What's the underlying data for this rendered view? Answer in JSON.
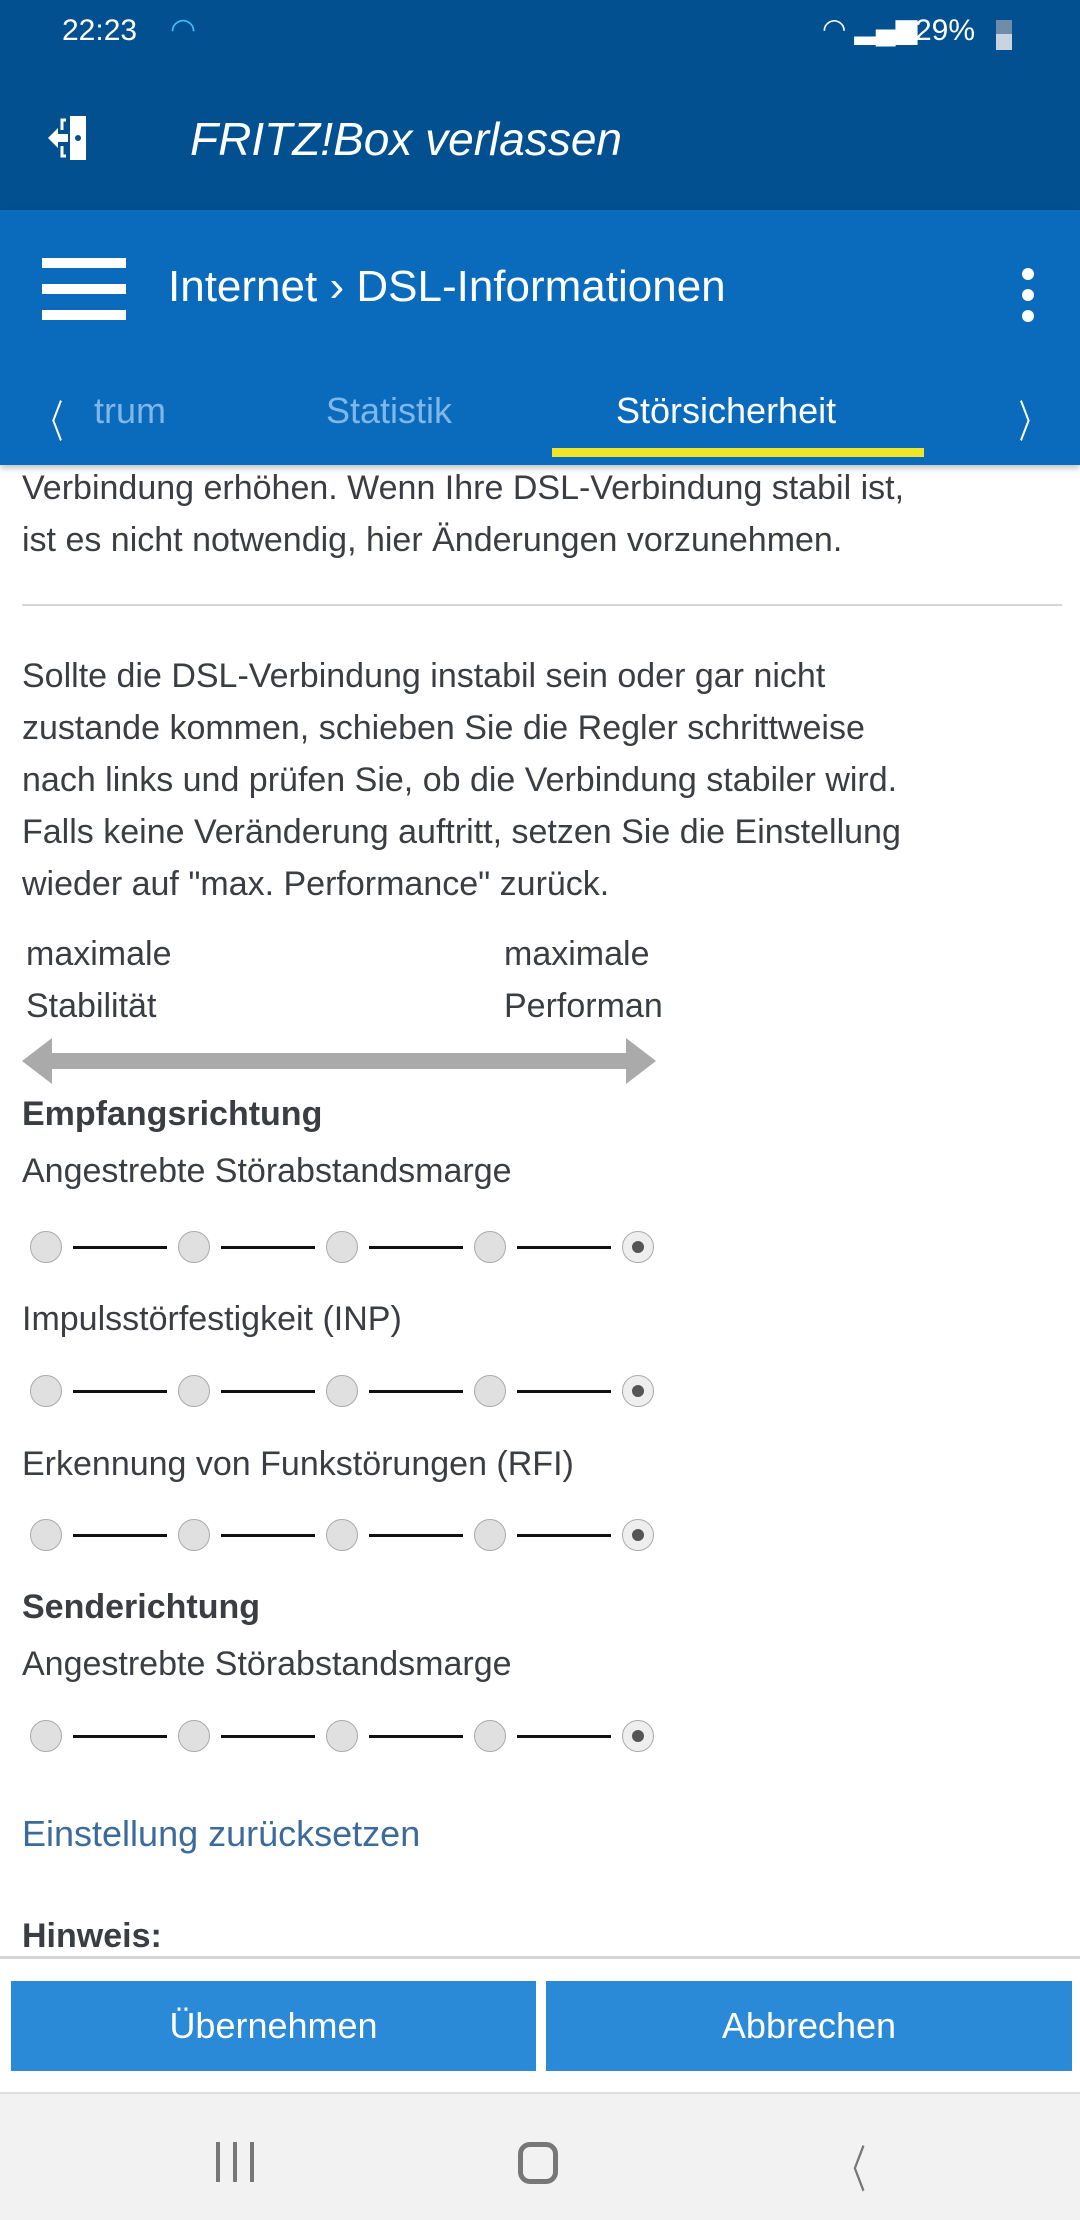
{
  "status_bar": {
    "time": "22:23",
    "battery": "29%"
  },
  "header": {
    "exit_label": "FRITZ!Box verlassen"
  },
  "appbar": {
    "breadcrumb_parent": "Internet",
    "breadcrumb_sep": "›",
    "breadcrumb_current": "DSL-Informationen"
  },
  "tabs": [
    {
      "label": "trum"
    },
    {
      "label": "Statistik"
    },
    {
      "label": "Störsicherheit",
      "active": true
    }
  ],
  "content": {
    "intro_tail": [
      "Verbindung erhöhen. Wenn Ihre DSL-Verbindung stabil ist,",
      "ist es nicht notwendig, hier Änderungen vorzunehmen."
    ],
    "paragraph": [
      "Sollte die DSL-Verbindung instabil sein oder gar nicht",
      "zustande kommen, schieben Sie die Regler schrittweise",
      "nach links und prüfen Sie, ob die Verbindung stabiler wird.",
      "Falls keine Veränderung auftritt, setzen Sie die Einstellung",
      "wieder auf \"max. Performance\" zurück."
    ],
    "scale_left": [
      "maximale",
      "Stabilität"
    ],
    "scale_right": [
      "maximale",
      "Performance"
    ],
    "receive_heading": "Empfangsrichtung",
    "send_heading": "Senderichtung",
    "sliders": [
      {
        "label": "Angestrebte Störabstandsmarge",
        "steps": 5,
        "selected": 5
      },
      {
        "label": "Impulsstörfestigkeit (INP)",
        "steps": 5,
        "selected": 5
      },
      {
        "label": "Erkennung von Funkstörungen (RFI)",
        "steps": 5,
        "selected": 5
      },
      {
        "label": "Angestrebte Störabstandsmarge",
        "steps": 5,
        "selected": 5
      }
    ],
    "reset_link": "Einstellung zurücksetzen",
    "hint_heading": "Hinweis:"
  },
  "buttons": {
    "apply": "Übernehmen",
    "cancel": "Abbrechen"
  },
  "colors": {
    "header": "#02508f",
    "appbar": "#0a6bbd",
    "tab_indicator": "#f0e629",
    "button": "#2a8ad8",
    "link": "#3c6a9a"
  }
}
